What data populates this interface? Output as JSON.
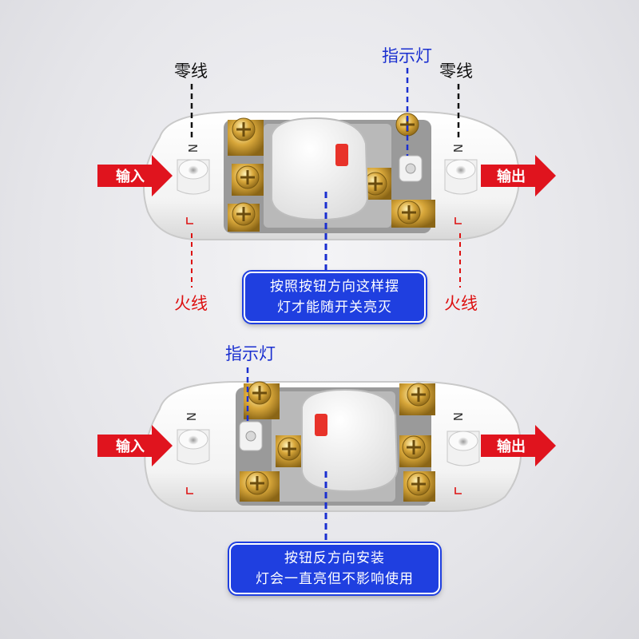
{
  "top": {
    "indicator_label": "指示灯",
    "neutral_left": "零线",
    "neutral_right": "零线",
    "live_left": "火线",
    "live_right": "火线",
    "input_label": "输入",
    "output_label": "输出",
    "n_mark": "N",
    "callout_line1": "按照按钮方向这样摆",
    "callout_line2": "灯才能随开关亮灭"
  },
  "bottom": {
    "indicator_label": "指示灯",
    "input_label": "输入",
    "output_label": "输出",
    "n_mark": "N",
    "callout_line1": "按钮反方向安装",
    "callout_line2": "灯会一直亮但不影响使用"
  },
  "colors": {
    "arrow_red": "#e0141e",
    "callout_blue": "#1f3fe0",
    "indicator_blue": "#1a2fd0",
    "live_red": "#d11111",
    "button_red": "#e8332a"
  }
}
